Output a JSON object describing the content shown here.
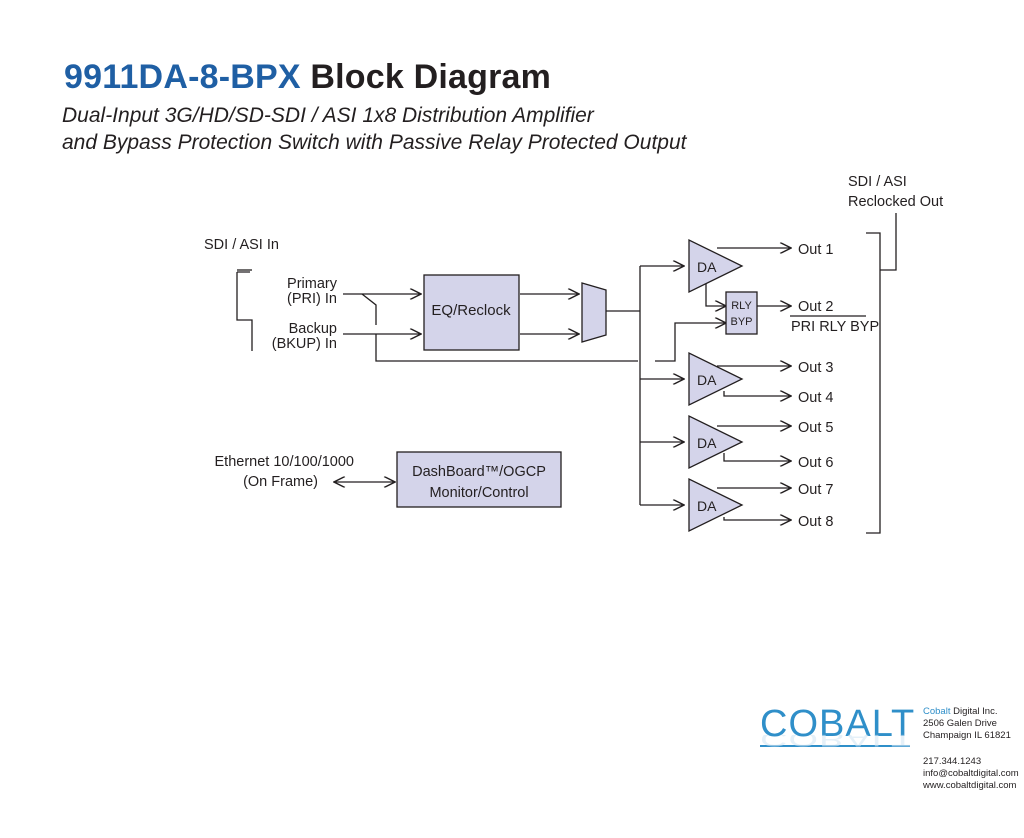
{
  "title": {
    "model": "9911DA-8-BPX",
    "rest": "Block Diagram"
  },
  "subtitle": {
    "line1": "Dual-Input 3G/HD/SD-SDI / ASI 1x8 Distribution Amplifier",
    "line2": "and Bypass Protection Switch with Passive Relay Protected Output"
  },
  "diagram": {
    "sdi_in": "SDI / ASI In",
    "primary_1": "Primary",
    "primary_2": "(PRI) In",
    "backup_1": "Backup",
    "backup_2": "(BKUP) In",
    "eq_reclock": "EQ/Reclock",
    "da": "DA",
    "rly_1": "RLY",
    "rly_2": "BYP",
    "reclocked_1": "SDI / ASI",
    "reclocked_2": "Reclocked Out",
    "pri_rly_byp": "PRI RLY BYP",
    "outputs": [
      "Out 1",
      "Out 2",
      "Out 3",
      "Out 4",
      "Out 5",
      "Out 6",
      "Out 7",
      "Out 8"
    ],
    "ethernet_1": "Ethernet 10/100/1000",
    "ethernet_2": "(On Frame)",
    "dashboard_1": "DashBoard™/OGCP",
    "dashboard_2": "Monitor/Control",
    "box_fill": "#d4d4ea",
    "line_color": "#231f20"
  },
  "company": {
    "logo": "COBALT",
    "name_part1": "Cobalt",
    "name_part2": " Digital Inc.",
    "address1": "2506 Galen Drive",
    "address2": "Champaign IL 61821",
    "phone": "217.344.1243",
    "email": "info@cobaltdigital.com",
    "web": "www.cobaltdigital.com",
    "brand_color": "#2f8fc9"
  }
}
